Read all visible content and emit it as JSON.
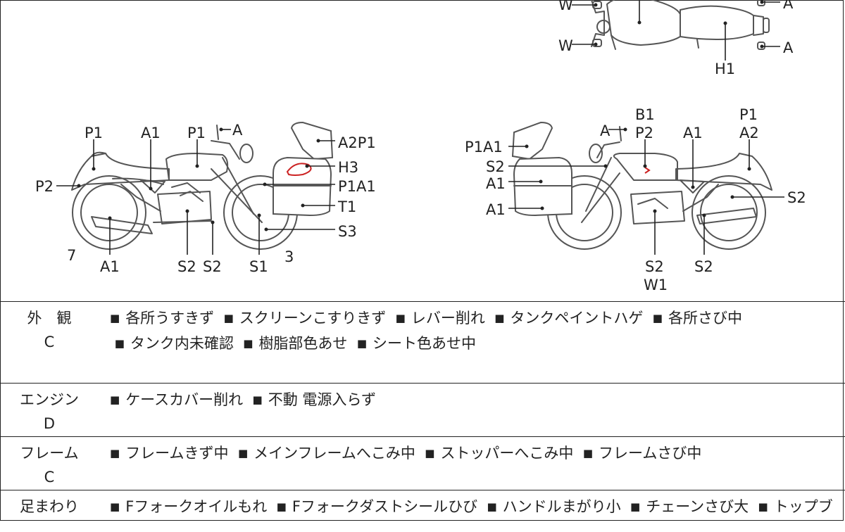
{
  "diagram": {
    "top_view_labels": {
      "w_upper": "W",
      "w_lower": "W",
      "a_upper": "A",
      "a_lower": "A",
      "h1": "H1"
    },
    "left_view_labels": {
      "p1_rear": "P1",
      "a1_mid": "A1",
      "p1_tank": "P1",
      "a_mirror": "A",
      "p2": "P2",
      "a2p1": "A2P1",
      "h3": "H3",
      "p1a1": "P1A1",
      "t1": "T1",
      "s3": "S3",
      "seven": "7",
      "a1_bottom": "A1",
      "s2_a": "S2",
      "s2_b": "S2",
      "s1": "S1",
      "three": "3"
    },
    "right_view_labels": {
      "b1": "B1",
      "p1_top": "P1",
      "p1a1": "P1A1",
      "a_mirror": "A",
      "p2": "P2",
      "a1_mid": "A1",
      "a2": "A2",
      "s2_left": "S2",
      "a1_left_a": "A1",
      "a1_left_b": "A1",
      "s2_right": "S2",
      "s2_bottom_a": "S2",
      "w1": "W1",
      "s2_bottom_b": "S2"
    }
  },
  "report": {
    "rows": [
      {
        "category": "外　観",
        "grade": "C",
        "items": [
          "各所うすきず",
          "スクリーンこすりきず",
          "レバー削れ",
          "タンクペイントハゲ",
          "各所さび中",
          "タンク内未確認",
          "樹脂部色あせ",
          "シート色あせ中"
        ]
      },
      {
        "category": "エンジン",
        "grade": "D",
        "items": [
          "ケースカバー削れ",
          "不動 電源入らず"
        ]
      },
      {
        "category": "フレーム",
        "grade": "C",
        "items": [
          "フレームきず中",
          "メインフレームへこみ中",
          "ストッパーへこみ中",
          "フレームさび中"
        ]
      },
      {
        "category": "足まわり",
        "grade": "",
        "items": [
          "Fフォークオイルもれ",
          "Fフォークダストシールひび",
          "ハンドルまがり小",
          "チェーンさび大",
          "トップブリッ"
        ]
      }
    ]
  },
  "colors": {
    "ink": "#222222",
    "marker": "#cc2222"
  }
}
